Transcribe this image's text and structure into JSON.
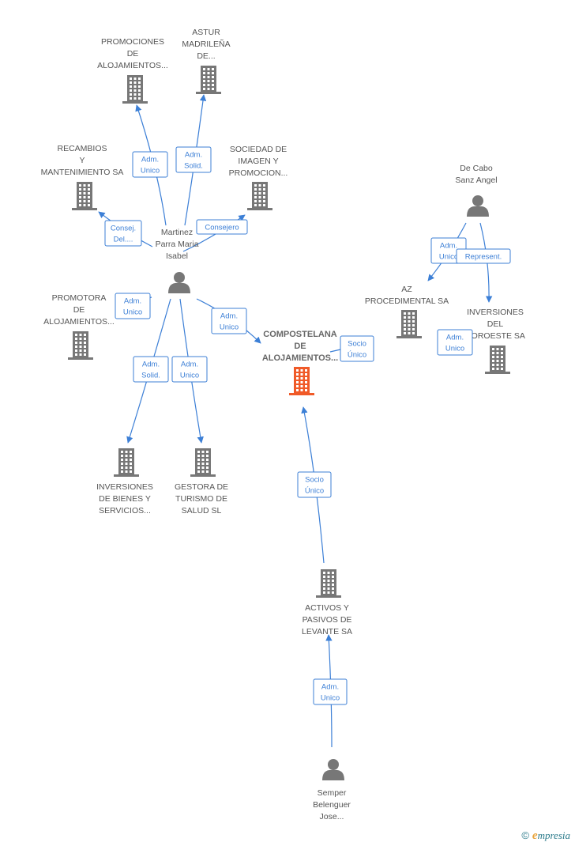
{
  "colors": {
    "edge": "#3c7fd6",
    "node": "#777777",
    "focus": "#f05a28"
  },
  "nodes": [
    {
      "id": "promociones",
      "kind": "company",
      "label": [
        "PROMOCIONES",
        "DE",
        "ALOJAMIENTOS..."
      ]
    },
    {
      "id": "astur",
      "kind": "company",
      "label": [
        "ASTUR",
        "MADRILEÑA",
        "DE..."
      ]
    },
    {
      "id": "recambios",
      "kind": "company",
      "label": [
        "RECAMBIOS",
        "Y",
        "MANTENIMIENTO SA"
      ]
    },
    {
      "id": "sociedad",
      "kind": "company",
      "label": [
        "SOCIEDAD DE",
        "IMAGEN Y",
        "PROMOCION..."
      ]
    },
    {
      "id": "martinez",
      "kind": "person",
      "label": [
        "Martinez",
        "Parra Maria",
        "Isabel"
      ]
    },
    {
      "id": "decabo",
      "kind": "person",
      "label": [
        "De Cabo",
        "Sanz Angel"
      ]
    },
    {
      "id": "az",
      "kind": "company",
      "label": [
        "AZ",
        "PROCEDIMENTAL SA"
      ]
    },
    {
      "id": "inv_noroeste",
      "kind": "company",
      "label": [
        "INVERSIONES",
        "DEL",
        "NOROESTE SA"
      ]
    },
    {
      "id": "promotora",
      "kind": "company",
      "label": [
        "PROMOTORA",
        "DE",
        "ALOJAMIENTOS..."
      ]
    },
    {
      "id": "compostelana",
      "kind": "focus",
      "label": [
        "COMPOSTELANA",
        "DE",
        "ALOJAMIENTOS..."
      ]
    },
    {
      "id": "inv_bienes",
      "kind": "company",
      "label": [
        "INVERSIONES",
        "DE BIENES Y",
        "SERVICIOS..."
      ]
    },
    {
      "id": "gestora",
      "kind": "company",
      "label": [
        "GESTORA DE",
        "TURISMO DE",
        "SALUD SL"
      ]
    },
    {
      "id": "activos",
      "kind": "company",
      "label": [
        "ACTIVOS Y",
        "PASIVOS DE",
        "LEVANTE SA"
      ]
    },
    {
      "id": "semper",
      "kind": "person",
      "label": [
        "Semper",
        "Belenguer",
        "Jose..."
      ]
    }
  ],
  "edges": [
    {
      "label": [
        "Adm.",
        "Unico"
      ]
    },
    {
      "label": [
        "Adm.",
        "Solid."
      ]
    },
    {
      "label": [
        "Consej.",
        "Del...."
      ]
    },
    {
      "label": [
        "Consejero"
      ]
    },
    {
      "label": [
        "Adm.",
        "Unico"
      ]
    },
    {
      "label": [
        "Adm.",
        "Unico"
      ]
    },
    {
      "label": [
        "Adm.",
        "Solid."
      ]
    },
    {
      "label": [
        "Adm.",
        "Unico"
      ]
    },
    {
      "label": [
        "Socio",
        "Único"
      ]
    },
    {
      "label": [
        "Socio",
        "Único"
      ]
    },
    {
      "label": [
        "Adm.",
        "Unico"
      ]
    },
    {
      "label": [
        "Adm.",
        "Unico"
      ]
    },
    {
      "label": [
        "Represent."
      ]
    },
    {
      "label": [
        "Adm.",
        "Unico"
      ]
    }
  ],
  "brand": {
    "copyright": "©",
    "initial": "e",
    "name": "mpresia"
  }
}
